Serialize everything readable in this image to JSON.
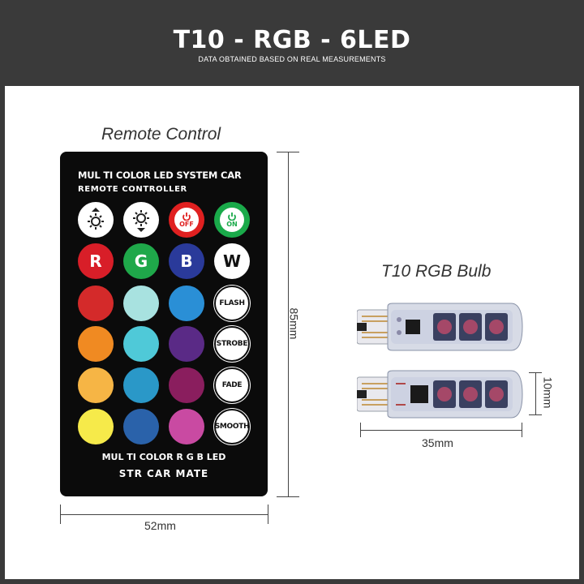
{
  "header": {
    "title": "T10 - RGB - 6LED",
    "subtitle": "DATA OBTAINED BASED ON REAL MEASUREMENTS"
  },
  "remote": {
    "caption": "Remote Control",
    "top_line1": "MUL TI COLOR LED SYSTEM CAR",
    "top_line2": "REMOTE CONTROLLER",
    "bottom_line1": "MUL TI COLOR R G B LED",
    "bottom_line2": "STR CAR MATE",
    "buttons": {
      "brightness_up_icon": "brightness-up-icon",
      "brightness_down_icon": "brightness-down-icon",
      "off_label": "OFF",
      "on_label": "ON",
      "r_label": "R",
      "g_label": "G",
      "b_label": "B",
      "w_label": "W",
      "flash_label": "FLASH",
      "strobe_label": "STROBE",
      "fade_label": "FADE",
      "smooth_label": "SMOOTH"
    },
    "color_swatches": [
      [
        "#d42a2a",
        "#a8e2e0",
        "#2a8fd6"
      ],
      [
        "#f08a22",
        "#4fc9d8",
        "#5a2a86"
      ],
      [
        "#f6b545",
        "#2a98c8",
        "#8a1e5e"
      ],
      [
        "#f6ea4a",
        "#2a62aa",
        "#c94aa2"
      ]
    ],
    "colors": {
      "off": "#e02020",
      "on": "#1aaa4a",
      "r": "#d81e28",
      "g": "#1fa84a",
      "b": "#2a3a9a"
    }
  },
  "dimensions": {
    "remote_width": "52mm",
    "remote_height": "85mm",
    "bulb_length": "35mm",
    "bulb_height": "10mm"
  },
  "bulb": {
    "caption": "T10 RGB Bulb"
  }
}
